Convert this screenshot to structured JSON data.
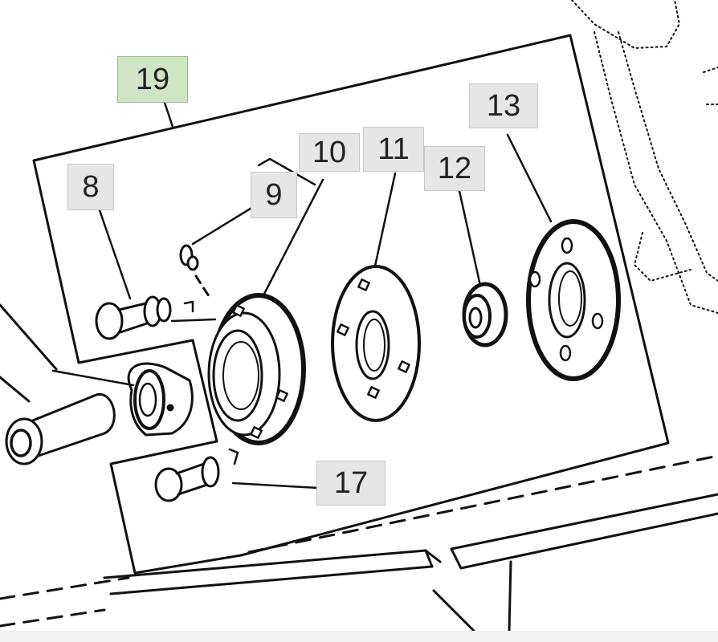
{
  "callouts": [
    {
      "id": "19",
      "label": "19",
      "selected": true
    },
    {
      "id": "8",
      "label": "8"
    },
    {
      "id": "9",
      "label": "9"
    },
    {
      "id": "10",
      "label": "10"
    },
    {
      "id": "11",
      "label": "11"
    },
    {
      "id": "12",
      "label": "12"
    },
    {
      "id": "13",
      "label": "13"
    },
    {
      "id": "17",
      "label": "17"
    }
  ],
  "colors": {
    "selected_callout": "#cfe5c4",
    "callout": "#e6e6e6",
    "line": "#111111"
  }
}
